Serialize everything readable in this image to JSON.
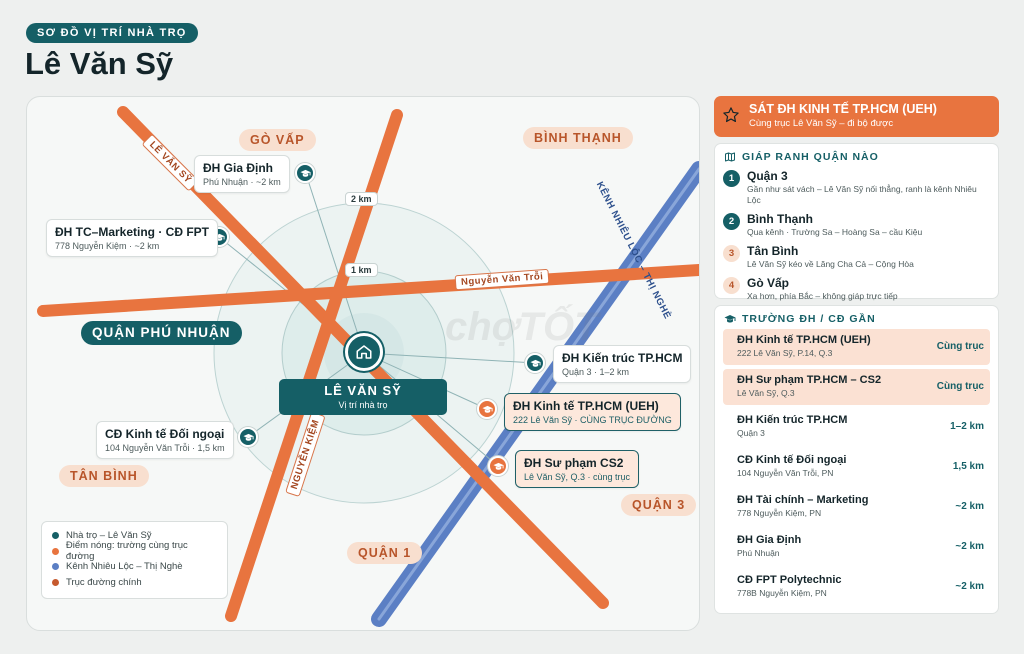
{
  "header": {
    "tag": "SƠ ĐỒ VỊ TRÍ NHÀ TRỌ",
    "title": "Lê Văn Sỹ"
  },
  "map": {
    "districts": {
      "go_vap": "GÒ VẤP",
      "binh_thanh": "BÌNH THẠNH",
      "phu_nhuan": "QUẬN PHÚ NHUẬN",
      "tan_binh": "TÂN BÌNH",
      "quan3": "QUẬN 3",
      "quan1": "QUẬN 1"
    },
    "streets": {
      "le_van_sy": "LÊ VĂN SỸ",
      "nguyen_van_troi": "Nguyễn Văn Trỗi",
      "nguyen_kiem": "NGUYỄN KIỆM"
    },
    "canal_label": "KÊNH NHIÊU LỘC – THỊ NGHÈ",
    "rings": {
      "r1": "1 km",
      "r2": "2 km"
    },
    "home": {
      "name": "LÊ VĂN SỸ",
      "sub": "Vị trí nhà trọ"
    },
    "watermark": "chợTỐT",
    "places": [
      {
        "name": "ĐH Gia Định",
        "sub": "Phú Nhuận · ~2 km"
      },
      {
        "name": "ĐH TC–Marketing · CĐ FPT",
        "sub": "778 Nguyễn Kiệm · ~2 km"
      },
      {
        "name": "ĐH Kiến trúc TP.HCM",
        "sub": "Quận 3 · 1–2 km"
      },
      {
        "name": "ĐH Kinh tế TP.HCM (UEH)",
        "sub": "222 Lê Văn Sỹ · CÙNG TRỤC ĐƯỜNG"
      },
      {
        "name": "ĐH Sư phạm CS2",
        "sub": "Lê Văn Sỹ, Q.3 · cùng trục"
      },
      {
        "name": "CĐ Kinh tế Đối ngoại",
        "sub": "104 Nguyễn Văn Trỗi · 1,5 km"
      }
    ],
    "legend": [
      {
        "label": "Nhà trọ – Lê Văn Sỹ",
        "color": "#155f66"
      },
      {
        "label": "Điểm nóng: trường cùng trục đường",
        "color": "#e8743f"
      },
      {
        "label": "Kênh Nhiêu Lộc – Thị Nghè",
        "color": "#5b7fc4"
      },
      {
        "label": "Trục đường chính",
        "color": "#c65a2e"
      }
    ]
  },
  "hero": {
    "title": "SÁT ĐH KINH TẾ TP.HCM (UEH)",
    "sub": "Cùng trục Lê Văn Sỹ – đi bộ được"
  },
  "neighbors": {
    "heading": "GIÁP RANH QUẬN NÀO",
    "items": [
      {
        "num": "1",
        "name": "Quận 3",
        "desc": "Gần như sát vách – Lê Văn Sỹ nối thẳng, ranh là kênh Nhiêu Lộc"
      },
      {
        "num": "2",
        "name": "Bình Thạnh",
        "desc": "Qua kênh · Trường Sa – Hoàng Sa – cầu Kiệu"
      },
      {
        "num": "3",
        "name": "Tân Bình",
        "desc": "Lê Văn Sỹ kéo về Lăng Cha Cả – Cộng Hòa"
      },
      {
        "num": "4",
        "name": "Gò Vấp",
        "desc": "Xa hơn, phía Bắc – không giáp trực tiếp"
      }
    ]
  },
  "universities": {
    "heading": "TRƯỜNG ĐH / CĐ GẦN",
    "items": [
      {
        "name": "ĐH Kinh tế TP.HCM (UEH)",
        "addr": "222 Lê Văn Sỹ, P.14, Q.3",
        "dist": "Cùng trục"
      },
      {
        "name": "ĐH Sư phạm TP.HCM – CS2",
        "addr": "Lê Văn Sỹ, Q.3",
        "dist": "Cùng trục"
      },
      {
        "name": "ĐH Kiến trúc TP.HCM",
        "addr": "Quận 3",
        "dist": "1–2 km"
      },
      {
        "name": "CĐ Kinh tế Đối ngoại",
        "addr": "104 Nguyễn Văn Trỗi, PN",
        "dist": "1,5 km"
      },
      {
        "name": "ĐH Tài chính – Marketing",
        "addr": "778 Nguyễn Kiệm, PN",
        "dist": "~2 km"
      },
      {
        "name": "ĐH Gia Định",
        "addr": "Phú Nhuận",
        "dist": "~2 km"
      },
      {
        "name": "CĐ FPT Polytechnic",
        "addr": "778B Nguyễn Kiệm, PN",
        "dist": "~2 km"
      }
    ]
  }
}
